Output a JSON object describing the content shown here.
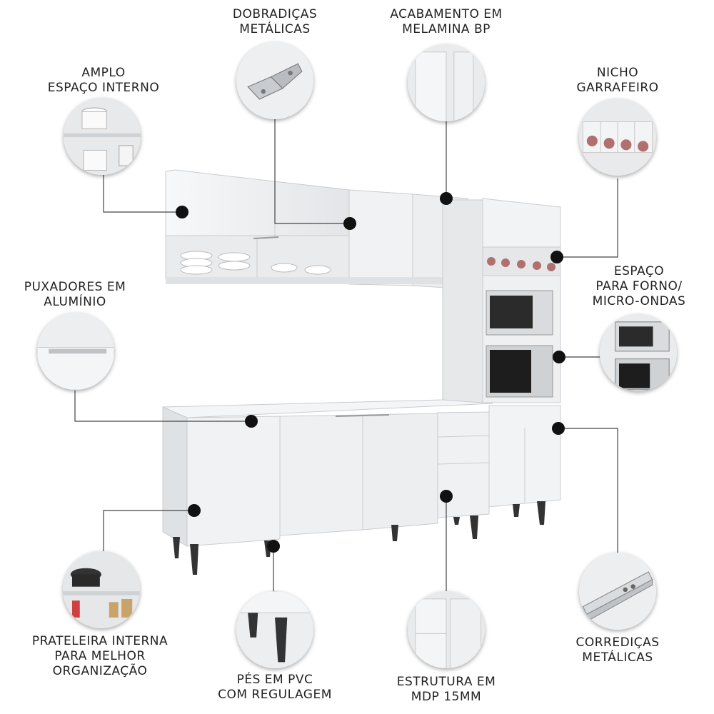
{
  "features": {
    "dobradicas": {
      "line1": "DOBRADIÇAS",
      "line2": "METÁLICAS"
    },
    "acabamento": {
      "line1": "ACABAMENTO EM",
      "line2": "MELAMINA BP"
    },
    "amplo": {
      "line1": "AMPLO",
      "line2": "ESPAÇO INTERNO"
    },
    "nicho": {
      "line1": "NICHO",
      "line2": "GARRAFEIRO"
    },
    "puxadores": {
      "line1": "PUXADORES EM",
      "line2": "ALUMÍNIO"
    },
    "espaco_forno": {
      "line1": "ESPAÇO",
      "line2": "PARA FORNO/",
      "line3": "MICRO-ONDAS"
    },
    "prateleira": {
      "line1": "PRATELEIRA INTERNA",
      "line2": "PARA MELHOR",
      "line3": "ORGANIZAÇÃO"
    },
    "pes": {
      "line1": "PÉS EM PVC",
      "line2": "COM REGULAGEM"
    },
    "estrutura": {
      "line1": "ESTRUTURA EM",
      "line2": "MDP 15MM"
    },
    "corredicas": {
      "line1": "CORREDIÇAS",
      "line2": "METÁLICAS"
    }
  },
  "colors": {
    "cabinet": "#f2f3f4",
    "edge": "#c9ccd0",
    "dot": "#111111",
    "line": "#444444",
    "feet": "#333333"
  }
}
